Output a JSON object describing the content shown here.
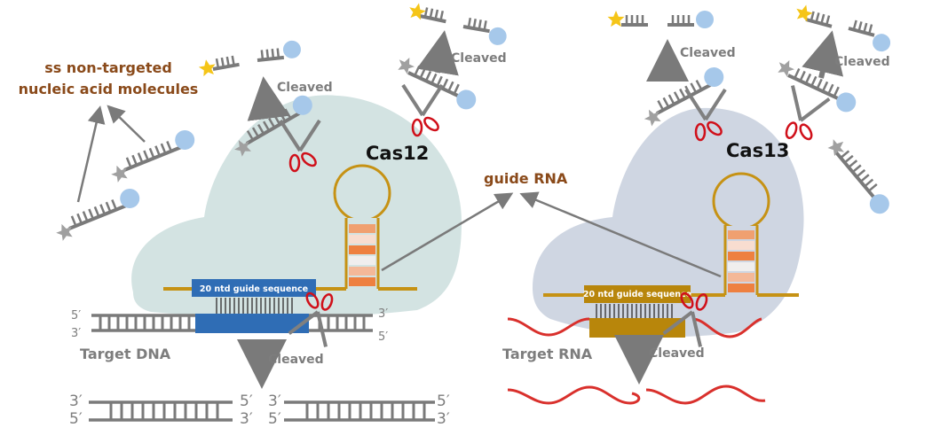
{
  "labels": {
    "nontargeted_line1": "ss non-targeted",
    "nontargeted_line2": "nucleic acid molecules",
    "cas12": "Cas12",
    "cas13": "Cas13",
    "guide_rna": "guide RNA",
    "cleaved": "Cleaved",
    "target_dna": "Target DNA",
    "target_rna": "Target RNA",
    "guide_sequence": "20 ntd guide  sequence",
    "five_prime": "5′",
    "three_prime": "3′"
  },
  "colors": {
    "cas12_body": "#d3e3e2",
    "cas13_body": "#cfd6e2",
    "guide_dna_box": "#2f6db5",
    "guide_rna_box": "#b8860b",
    "guide_strand": "#c69214",
    "rna_wave": "#d9302c",
    "scissor_handle": "#d0101a",
    "reporter_gray": "#7a7a7a",
    "quencher": "#a6c8ea",
    "fluor_star": "#f5c518",
    "label_brown": "#8a4a1a"
  }
}
